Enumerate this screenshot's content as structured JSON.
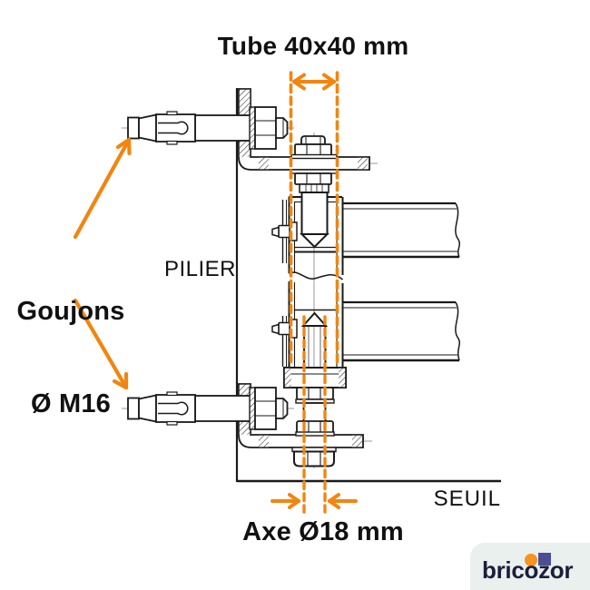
{
  "labels": {
    "tube": "Tube 40x40 mm",
    "goujons_line1": "Goujons",
    "goujons_line2": "Ø M16",
    "pilier": "PILIER",
    "seuil": "SEUIL",
    "axe": "Axe Ø18 mm"
  },
  "logo": {
    "brand": "bricozor"
  },
  "colors": {
    "drawing_line": "#1a1a1a",
    "centerline_gray": "#9a9a9a",
    "dimension_orange": "#F28510",
    "logo_card_background": "#E9F0ED",
    "logo_text": "#1D1D3B",
    "logo_dot_orange": "#F5941E",
    "logo_square_indigo": "#4D4D93"
  }
}
